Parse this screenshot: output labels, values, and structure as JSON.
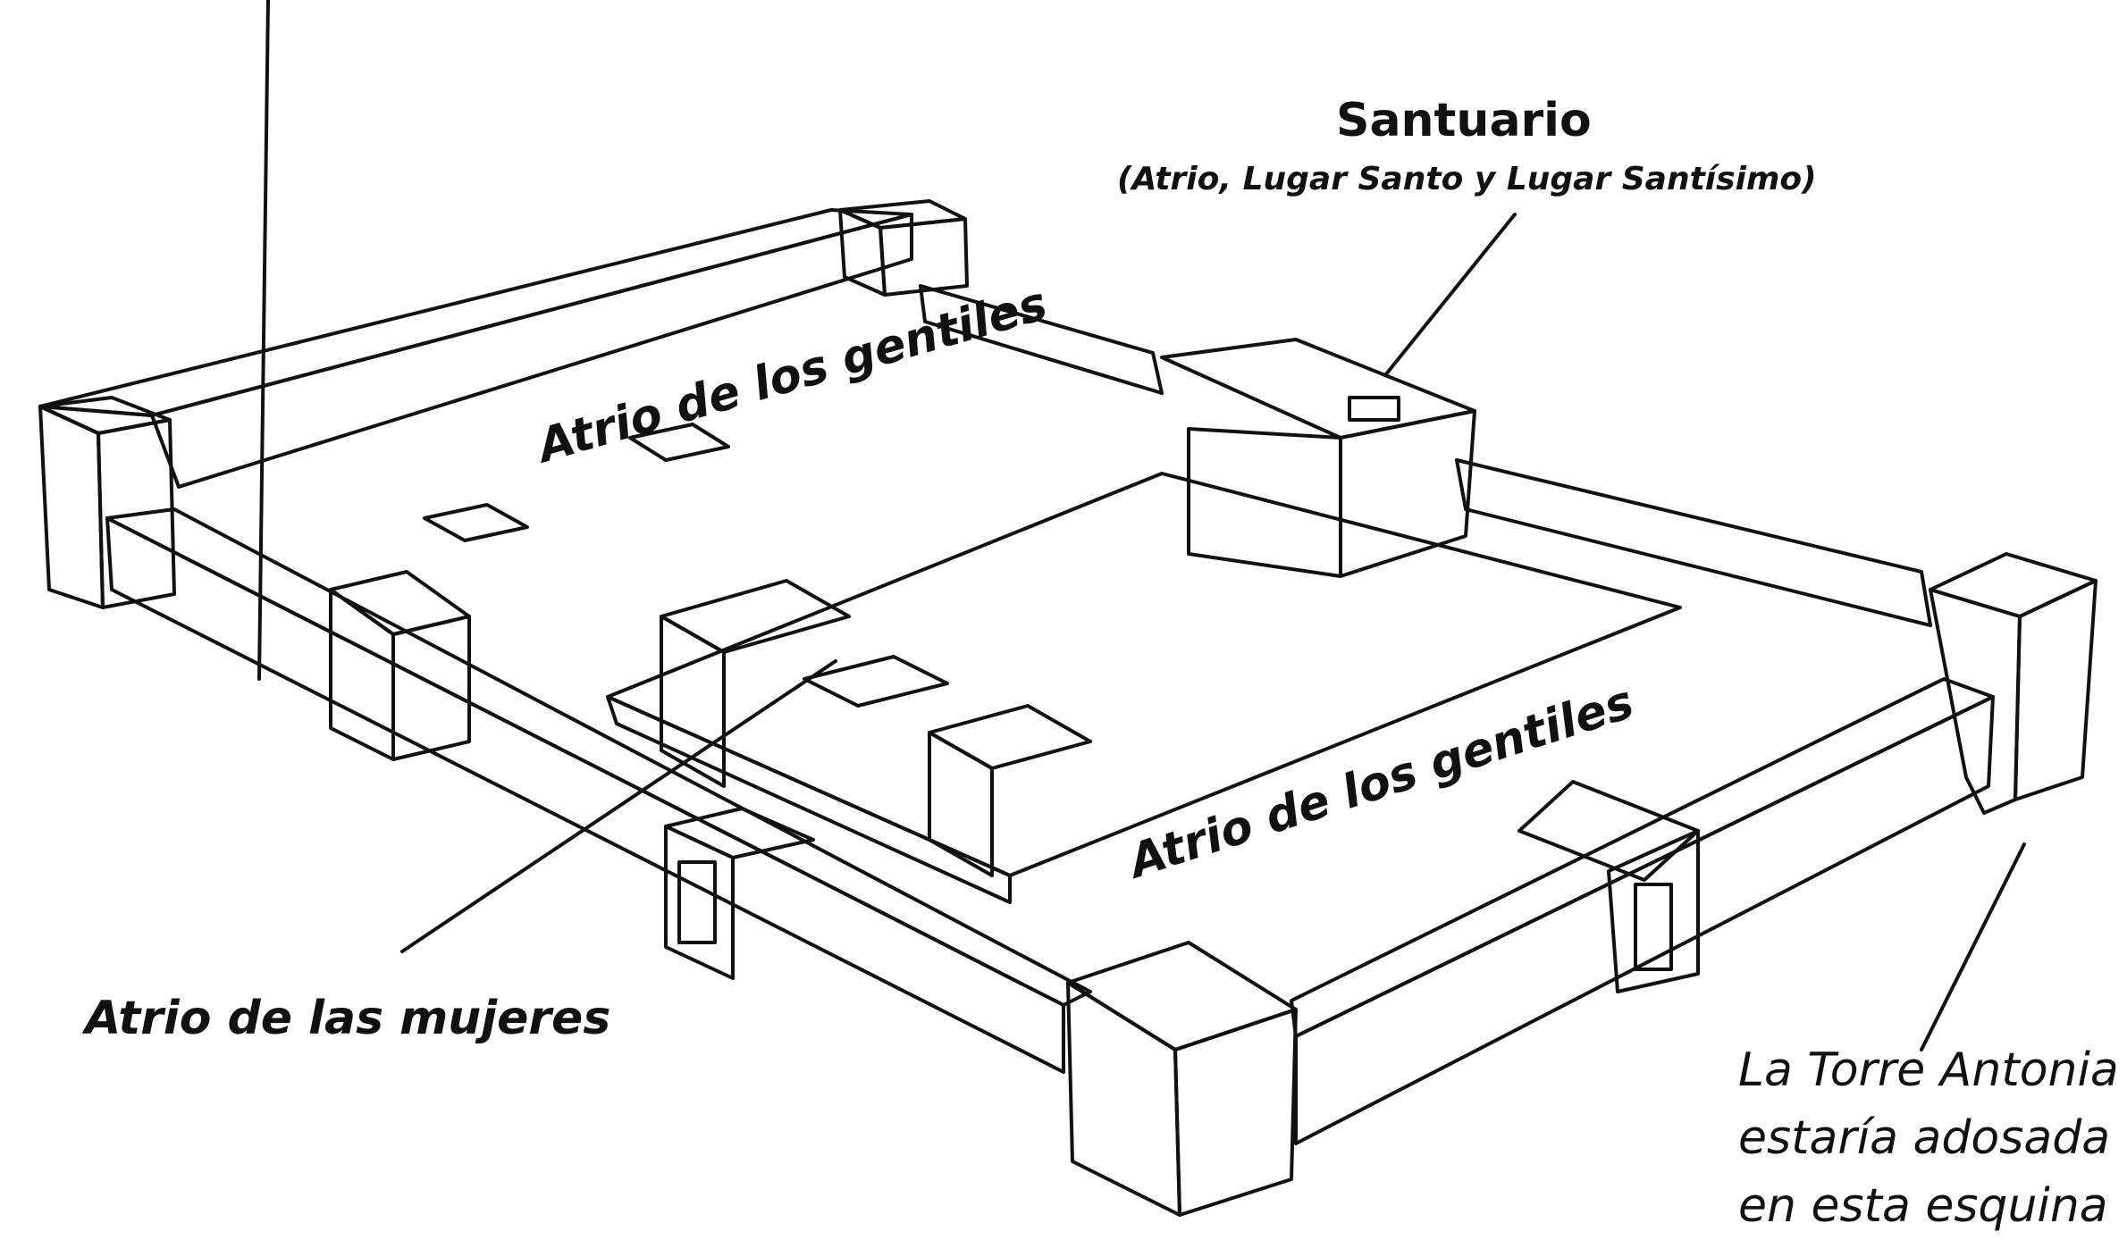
{
  "labels": {
    "santuario_title": "Santuario",
    "santuario_subtitle": "(Atrio, Lugar Santo y Lugar Santísimo)",
    "atrio_gentiles_north": "Atrio de los gentiles",
    "atrio_gentiles_south": "Atrio de los gentiles",
    "atrio_mujeres": "Atrio de las mujeres",
    "torre_antonia": {
      "line1": "La Torre Antonia",
      "line2": "estaría adosada",
      "line3": "en esta esquina"
    }
  },
  "colors": {
    "ink": "#111111",
    "paper": "#ffffff"
  }
}
